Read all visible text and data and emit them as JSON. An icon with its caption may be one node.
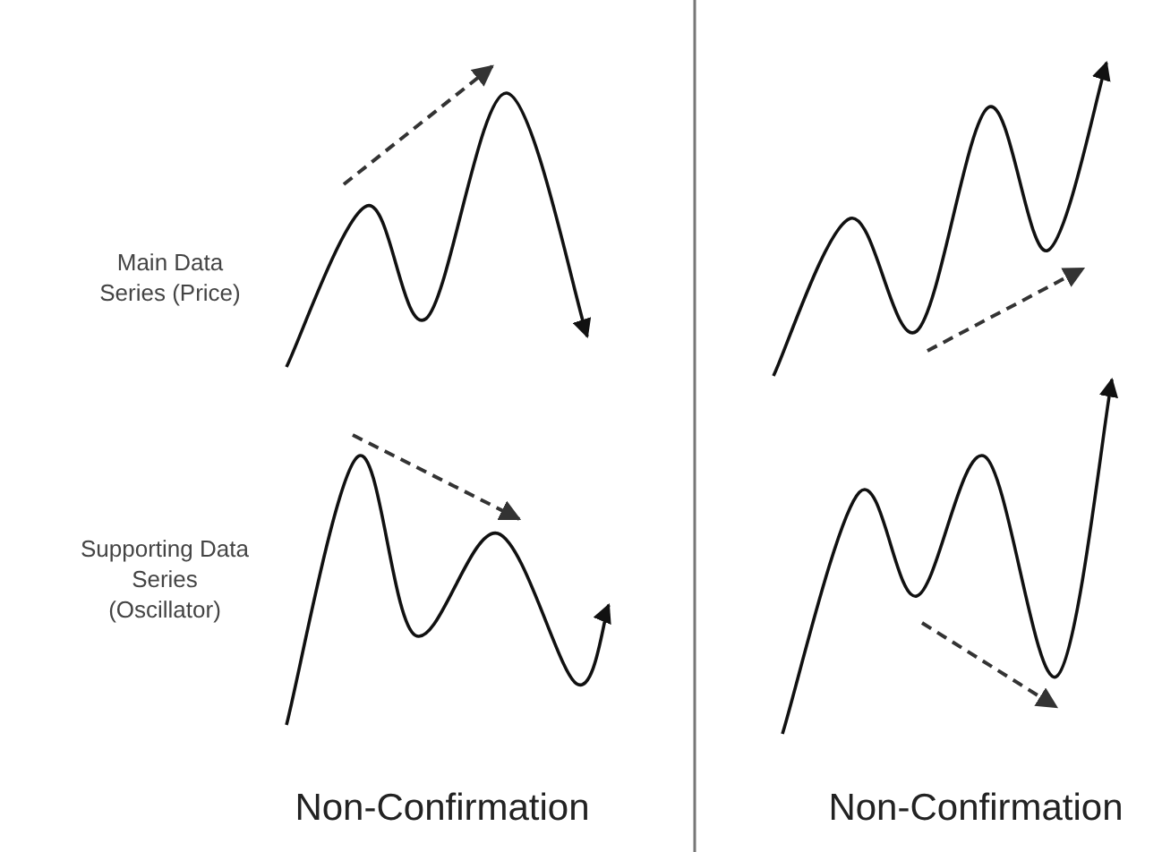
{
  "diagram": {
    "labels": [
      "Main Data Series (Price)",
      "Supporting Data Series (Oscillator)",
      "Non-Confirmation",
      "Non-Confirmation"
    ]
  }
}
